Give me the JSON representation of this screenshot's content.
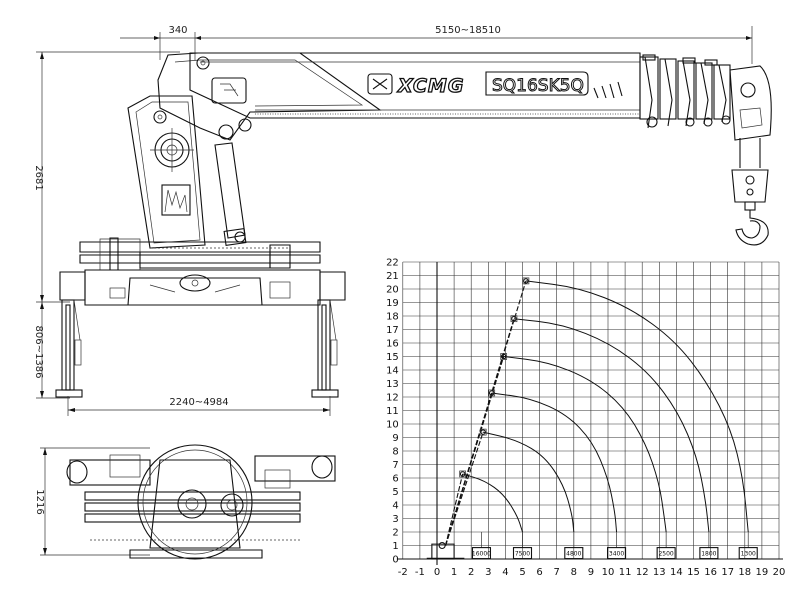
{
  "drawing": {
    "brand": "XCMG",
    "model": "SQ16SK5Q",
    "dimensions": {
      "top_offset": "340",
      "boom_length": "5150~18510",
      "height": "2681",
      "outrigger_height": "806~1386",
      "outrigger_span": "2240~4984",
      "chassis_width": "1216"
    }
  },
  "chart_data": {
    "type": "line",
    "title": "",
    "xlabel": "",
    "ylabel": "",
    "xlim": [
      -2,
      20
    ],
    "ylim": [
      0,
      22
    ],
    "x_ticks": [
      -2,
      -1,
      0,
      1,
      2,
      3,
      4,
      5,
      6,
      7,
      8,
      9,
      10,
      11,
      12,
      13,
      14,
      15,
      16,
      17,
      18,
      19,
      20
    ],
    "y_ticks": [
      0,
      1,
      2,
      3,
      4,
      5,
      6,
      7,
      8,
      9,
      10,
      11,
      12,
      13,
      14,
      15,
      16,
      17,
      18,
      19,
      20,
      21,
      22
    ],
    "grid": true,
    "series": [
      {
        "points": [
          [
            1.5,
            6.3
          ],
          [
            2.8,
            5.8
          ],
          [
            3.9,
            4.8
          ],
          [
            4.7,
            3.2
          ],
          [
            5.0,
            2.0
          ]
        ],
        "load": "7500"
      },
      {
        "points": [
          [
            2.7,
            9.4
          ],
          [
            4.7,
            8.8
          ],
          [
            6.3,
            7.6
          ],
          [
            7.4,
            5.5
          ],
          [
            7.9,
            3.3
          ],
          [
            8.0,
            2.0
          ]
        ],
        "load": "4800"
      },
      {
        "points": [
          [
            3.2,
            12.3
          ],
          [
            5.5,
            11.9
          ],
          [
            7.6,
            10.7
          ],
          [
            9.1,
            8.7
          ],
          [
            10.0,
            6.0
          ],
          [
            10.4,
            3.5
          ],
          [
            10.5,
            2.0
          ]
        ],
        "load": "3400"
      },
      {
        "points": [
          [
            3.9,
            15.0
          ],
          [
            6.5,
            14.6
          ],
          [
            9.0,
            13.3
          ],
          [
            10.9,
            11.3
          ],
          [
            12.2,
            8.6
          ],
          [
            13.0,
            5.6
          ],
          [
            13.3,
            3.0
          ],
          [
            13.4,
            2.0
          ]
        ],
        "load": "2500"
      },
      {
        "points": [
          [
            4.5,
            17.8
          ],
          [
            7.3,
            17.4
          ],
          [
            10.1,
            16.0
          ],
          [
            12.4,
            13.8
          ],
          [
            14.1,
            10.9
          ],
          [
            15.2,
            7.6
          ],
          [
            15.7,
            4.4
          ],
          [
            15.9,
            2.0
          ]
        ],
        "load": "1800"
      },
      {
        "points": [
          [
            5.2,
            20.6
          ],
          [
            8.3,
            20.1
          ],
          [
            11.3,
            18.6
          ],
          [
            13.9,
            16.2
          ],
          [
            15.8,
            13.1
          ],
          [
            17.2,
            9.6
          ],
          [
            17.9,
            6.0
          ],
          [
            18.2,
            2.0
          ]
        ],
        "load": "1300"
      }
    ],
    "boom_positions": [
      [
        [
          0.5,
          1.0
        ],
        [
          1.5,
          6.3
        ]
      ],
      [
        [
          0.5,
          1.0
        ],
        [
          2.7,
          9.4
        ]
      ],
      [
        [
          0.5,
          1.0
        ],
        [
          3.2,
          12.3
        ]
      ],
      [
        [
          0.5,
          1.0
        ],
        [
          3.9,
          15.0
        ]
      ],
      [
        [
          0.5,
          1.0
        ],
        [
          4.5,
          17.8
        ]
      ],
      [
        [
          0.5,
          1.0
        ],
        [
          5.2,
          20.6
        ]
      ]
    ],
    "load_boxes": [
      {
        "x": 2.6,
        "label": "16000"
      },
      {
        "x": 5.0,
        "label": "7500"
      },
      {
        "x": 8.0,
        "label": "4800"
      },
      {
        "x": 10.5,
        "label": "3400"
      },
      {
        "x": 13.4,
        "label": "2500"
      },
      {
        "x": 15.9,
        "label": "1800"
      },
      {
        "x": 18.2,
        "label": "1300"
      }
    ]
  }
}
